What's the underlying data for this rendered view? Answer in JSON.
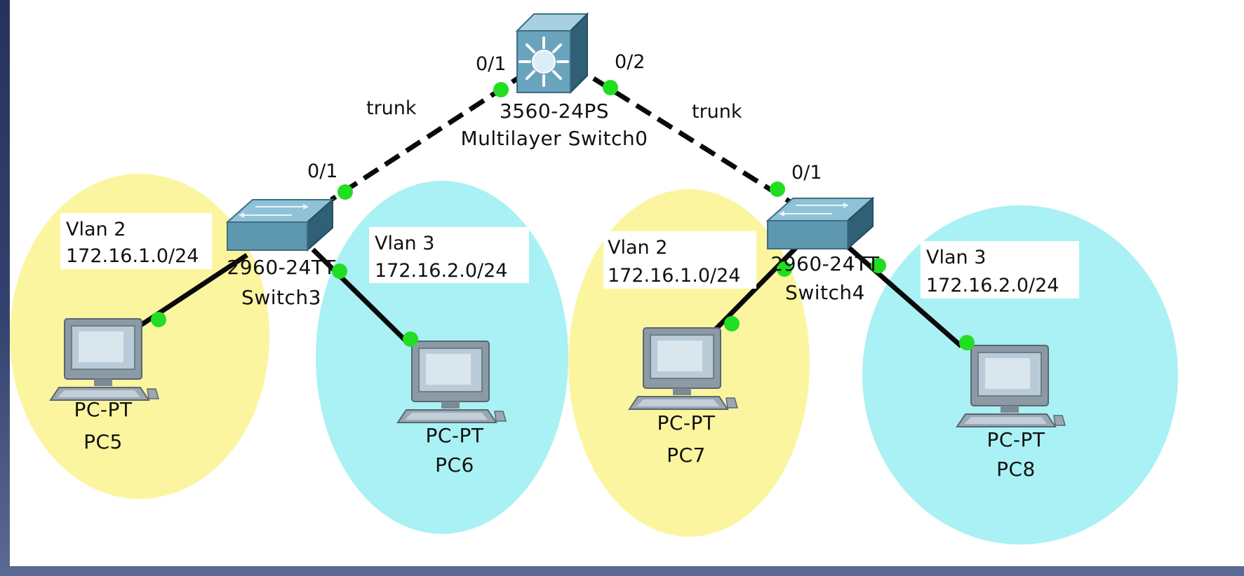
{
  "colors": {
    "vlan2_zone": "#fbf5a0",
    "vlan3_zone": "#a9f1f4",
    "link_dot": "#22dd22",
    "cable": "#0a0a0a",
    "switch_body": "#4f8aa3",
    "frame": "#2d3a66"
  },
  "core": {
    "model": "3560-24PS",
    "name": "Multilayer Switch0",
    "icon": "multilayer-switch-icon",
    "port_left": "0/1",
    "port_right": "0/2"
  },
  "trunks": [
    {
      "label": "trunk",
      "downstream_port": "0/1"
    },
    {
      "label": "trunk",
      "downstream_port": "0/1"
    }
  ],
  "switches": [
    {
      "model": "2960-24TT",
      "name": "Switch3",
      "icon": "switch-icon"
    },
    {
      "model": "2960-24TT",
      "name": "Switch4",
      "icon": "switch-icon"
    }
  ],
  "vlans": [
    {
      "line1": "Vlan 2",
      "line2": "172.16.1.0/24"
    },
    {
      "line1": "Vlan 3",
      "line2": "172.16.2.0/24"
    },
    {
      "line1": "Vlan 2",
      "line2": "172.16.1.0/24"
    },
    {
      "line1": "Vlan 3",
      "line2": "172.16.2.0/24"
    }
  ],
  "pcs": [
    {
      "model": "PC-PT",
      "name": "PC5",
      "icon": "pc-icon"
    },
    {
      "model": "PC-PT",
      "name": "PC6",
      "icon": "pc-icon"
    },
    {
      "model": "PC-PT",
      "name": "PC7",
      "icon": "pc-icon"
    },
    {
      "model": "PC-PT",
      "name": "PC8",
      "icon": "pc-icon"
    }
  ]
}
